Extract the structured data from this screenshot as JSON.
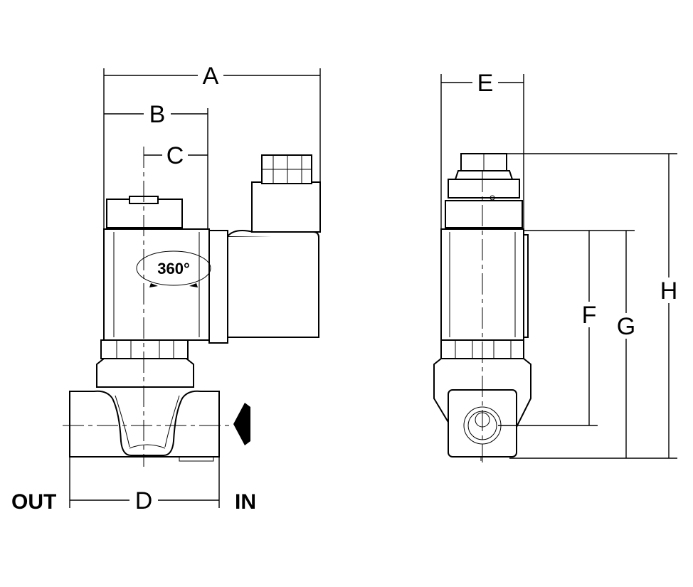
{
  "dimensions": {
    "A": "A",
    "B": "B",
    "C": "C",
    "D": "D",
    "E": "E",
    "F": "F",
    "G": "G",
    "H": "H"
  },
  "flow": {
    "outlet": "OUT",
    "inlet": "IN"
  },
  "rotation": "360°",
  "colors": {
    "line": "#000000",
    "background": "#ffffff"
  }
}
